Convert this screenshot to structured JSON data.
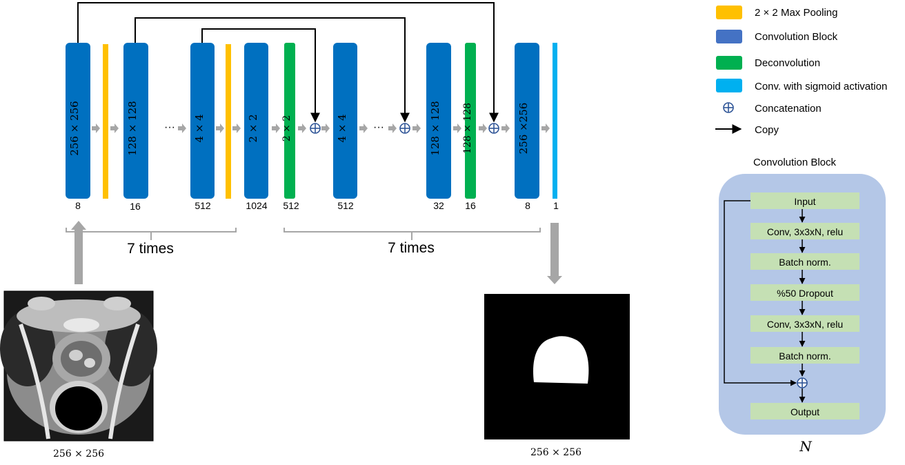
{
  "diagram": {
    "blocks": [
      {
        "kind": "conv",
        "inner_label": "256 × 256",
        "bottom_label": "8"
      },
      {
        "kind": "pool",
        "inner_label": "",
        "bottom_label": ""
      },
      {
        "kind": "conv",
        "inner_label": "128 × 128",
        "bottom_label": "16"
      },
      {
        "kind": "conv",
        "inner_label": "4 × 4",
        "bottom_label": "512"
      },
      {
        "kind": "pool",
        "inner_label": "",
        "bottom_label": ""
      },
      {
        "kind": "conv",
        "inner_label": "2 × 2",
        "bottom_label": "1024"
      },
      {
        "kind": "deconv",
        "inner_label": "2 × 2",
        "bottom_label": "512"
      },
      {
        "kind": "conv",
        "inner_label": "4 × 4",
        "bottom_label": "512"
      },
      {
        "kind": "conv",
        "inner_label": "128 × 128",
        "bottom_label": "32"
      },
      {
        "kind": "deconv",
        "inner_label": "128 × 128",
        "bottom_label": "16"
      },
      {
        "kind": "conv",
        "inner_label": "256 ×256",
        "bottom_label": "8"
      },
      {
        "kind": "sigmoid",
        "inner_label": "",
        "bottom_label": "1"
      }
    ],
    "ellipsis": "···",
    "concat_symbol": "⊕",
    "repeat_label_left": "7 times",
    "repeat_label_right": "7 times",
    "input_size_label": "256 × 256",
    "output_size_label": "256 × 256"
  },
  "legend": {
    "items": [
      {
        "icon": "max-pooling-swatch",
        "color": "#FFC000",
        "label": "2 × 2 Max Pooling"
      },
      {
        "icon": "convolution-block-swatch",
        "color": "#4472C4",
        "label": "Convolution Block"
      },
      {
        "icon": "deconvolution-swatch",
        "color": "#00B050",
        "label": "Deconvolution"
      },
      {
        "icon": "sigmoid-swatch",
        "color": "#00B0F0",
        "label": "Conv. with sigmoid activation"
      },
      {
        "icon": "concatenation-icon",
        "color": "#2F5597",
        "label": "Concatenation"
      },
      {
        "icon": "copy-arrow-icon",
        "color": "#000000",
        "label": "Copy"
      }
    ]
  },
  "conv_block_detail": {
    "title": "Convolution Block",
    "steps": [
      "Input",
      "Conv, 3x3xN, relu",
      "Batch norm.",
      "%50 Dropout",
      "Conv, 3x3xN, relu",
      "Batch norm.",
      "Output"
    ],
    "repeat_symbol": "N"
  },
  "colors": {
    "conv": "#0070C0",
    "pool": "#FFC000",
    "deconv": "#00B050",
    "sigmoid": "#00B0F0",
    "connector_arrow": "#A6A6A6",
    "panel_bg": "#B4C7E7",
    "step_bg": "#C5E0B4"
  }
}
